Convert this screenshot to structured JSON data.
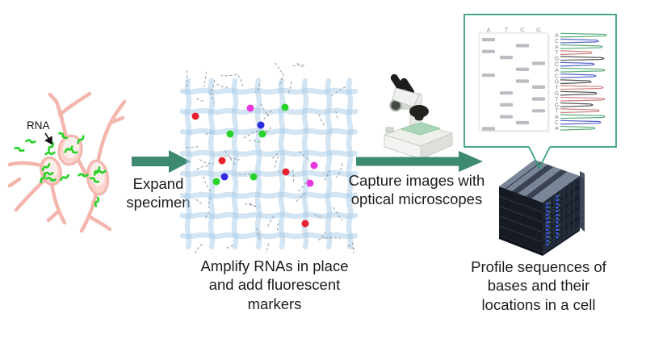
{
  "labels": {
    "rna": "RNA",
    "expand": "Expand\nspecimen",
    "amplify": "Amplify RNAs in place\nand add fluorescent markers",
    "capture": "Capture images with\noptical microscopes",
    "profile": "Profile sequences of\nbases and their\nlocations in a cell"
  },
  "gel": {
    "columns": [
      "A",
      "T",
      "C",
      "G"
    ],
    "rows": [
      "A",
      "C",
      "A",
      "T",
      "G",
      "C",
      "A",
      "C",
      "G",
      "T",
      "G",
      "T",
      "G",
      "T",
      "C",
      "A"
    ]
  },
  "chromatogram": {
    "sequence": "ACATGCACGTGTGTACA",
    "base_colors": {
      "A": "#46a36b",
      "C": "#3f51c1",
      "T": "#c97373",
      "G": "#3f3f3f"
    },
    "peak_lengths": [
      60,
      50,
      55,
      42,
      57,
      45,
      58,
      47,
      41,
      56,
      48,
      58,
      43,
      51,
      58,
      53,
      46
    ]
  },
  "fluorescent_markers": {
    "colors": {
      "red": "#e8222f",
      "green": "#27d32b",
      "blue": "#2b2be0",
      "magenta": "#e637df"
    },
    "dots": [
      [
        20,
        68,
        "red"
      ],
      [
        88,
        58,
        "magenta"
      ],
      [
        131,
        57,
        "green"
      ],
      [
        101,
        79,
        "blue"
      ],
      [
        63,
        90,
        "green"
      ],
      [
        103,
        90,
        "green"
      ],
      [
        53,
        123,
        "red"
      ],
      [
        56,
        143,
        "blue"
      ],
      [
        46,
        149,
        "green"
      ],
      [
        92,
        143,
        "green"
      ],
      [
        132,
        137,
        "red"
      ],
      [
        167,
        129,
        "magenta"
      ],
      [
        162,
        151,
        "magenta"
      ],
      [
        156,
        201,
        "red"
      ]
    ]
  },
  "neuron_rna_marks": [
    [
      34,
      63,
      25
    ],
    [
      59,
      70,
      -40
    ],
    [
      58,
      78,
      10
    ],
    [
      81,
      73,
      -15
    ],
    [
      86,
      75,
      40
    ],
    [
      96,
      61,
      -30
    ],
    [
      74,
      56,
      55
    ],
    [
      53,
      95,
      -20
    ],
    [
      56,
      103,
      15
    ],
    [
      49,
      109,
      -45
    ],
    [
      59,
      110,
      30
    ],
    [
      76,
      108,
      -10
    ],
    [
      99,
      105,
      20
    ],
    [
      116,
      100,
      -35
    ],
    [
      121,
      101,
      10
    ],
    [
      113,
      111,
      45
    ],
    [
      116,
      138,
      -55
    ],
    [
      20,
      73,
      35
    ]
  ],
  "theme": {
    "arrow_green": "#3e8a71",
    "bubble_border": "#2f9c78",
    "mesh_blue": "#a8cce8",
    "squiggle_gray": "#8b939b",
    "neuron_pink": "#f4b5ad",
    "rna_green": "#28d228",
    "gel_band": "#b9bdc2",
    "gel_letter": "#8d9298",
    "text": "#1c1c1c"
  }
}
